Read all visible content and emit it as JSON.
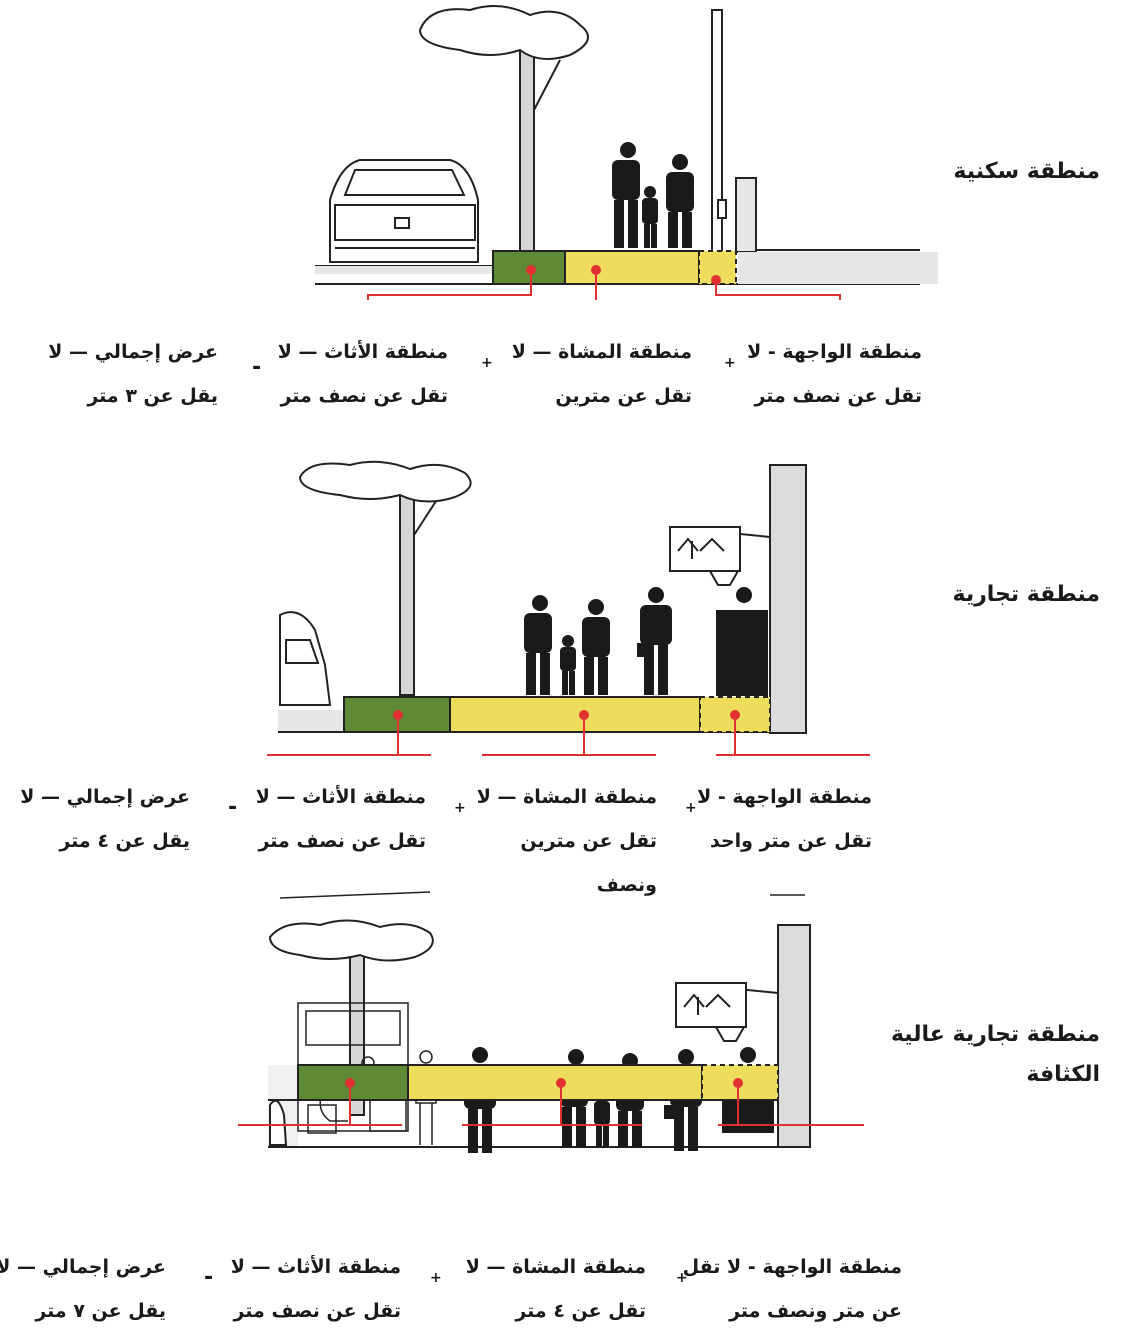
{
  "colors": {
    "furniture": "#5e8a36",
    "pedestrian": "#eedd5c",
    "connector": "#e03030",
    "wall": "#dcdcdc"
  },
  "panels": [
    {
      "title": "منطقة سكنية",
      "facade": [
        "منطقة الواجهة - لا",
        "تقل عن نصف متر"
      ],
      "pedestrian": [
        "منطقة المشاة — لا",
        "تقل عن مترين"
      ],
      "furniture": [
        "منطقة الأثاث — لا",
        "تقل عن نصف متر"
      ],
      "total": [
        "عرض إجمالي — لا",
        "يقل عن ٣ متر"
      ],
      "plus1": "+",
      "plus2": "+",
      "minus": "-"
    },
    {
      "title": "منطقة  تجارية",
      "facade": [
        "منطقة الواجهة - لا",
        "تقل عن متر واحد"
      ],
      "pedestrian": [
        "منطقة المشاة — لا",
        "تقل عن مترين",
        "ونصف"
      ],
      "furniture": [
        "منطقة الأثاث — لا",
        "تقل عن نصف متر"
      ],
      "total": [
        "عرض إجمالي — لا",
        "يقل عن ٤ متر"
      ],
      "plus1": "+",
      "plus2": "+",
      "minus": "-"
    },
    {
      "title": [
        "منطقة تجارية عالية",
        "الكثافة"
      ],
      "facade": [
        "منطقة الواجهة - لا تقل",
        "عن متر ونصف متر"
      ],
      "pedestrian": [
        "منطقة المشاة — لا",
        "تقل عن ٤ متر"
      ],
      "furniture": [
        "منطقة الأثاث — لا",
        "تقل عن نصف متر"
      ],
      "total": [
        "عرض إجمالي — لا",
        "يقل عن ٧ متر"
      ],
      "plus1": "+",
      "plus2": "+",
      "minus": "-"
    }
  ]
}
